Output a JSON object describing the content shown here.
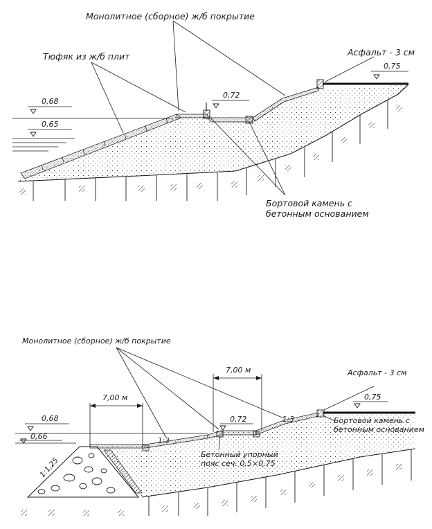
{
  "top_section": {
    "label_pavement": "Монолитное (сборное) ж/б покрытие",
    "label_mattress": "Тюфяк из ж/б плит",
    "label_asphalt": "Асфальт - 3 см",
    "label_curb_line1": "Бортовой камень с",
    "label_curb_line2": "бетонным основанием",
    "level_068": "0,68",
    "level_065": "0,65",
    "level_072": "0,72",
    "level_075": "0,75"
  },
  "bottom_section": {
    "label_pavement": "Монолитное (сборное) ж/б покрытие",
    "label_asphalt": "Асфальт - 3 см",
    "label_curb_line1": "Бортовой камень с",
    "label_curb_line2": "бетонным основанием",
    "label_belt_line1": "Бетонный упорный",
    "label_belt_line2": "пояс сеч. 0,5×0,75",
    "dim_left": "7,00 м",
    "dim_right": "7,00 м",
    "slope_125": "1:1,25",
    "slope_13a": "1:3",
    "slope_13b": "1:3",
    "level_068": "0,68",
    "level_066": "0,66",
    "level_072": "0,72",
    "level_075": "0,75"
  }
}
